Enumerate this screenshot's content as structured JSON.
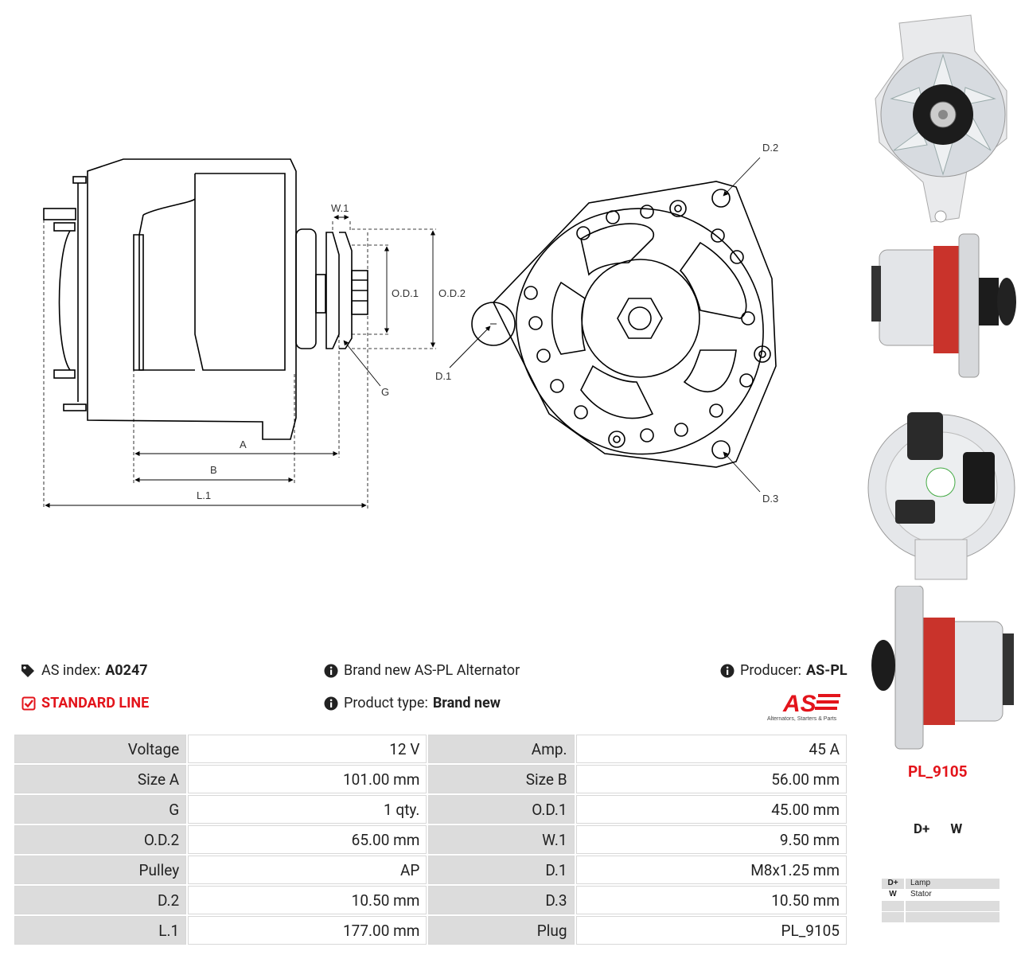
{
  "drawing": {
    "labels": {
      "w1": "W.1",
      "od1": "O.D.1",
      "od2": "O.D.2",
      "g": "G",
      "a": "A",
      "b": "B",
      "l1": "L.1",
      "d1": "D.1",
      "d2": "D.2",
      "d3": "D.3"
    }
  },
  "info": {
    "as_index_label": "AS index:",
    "as_index_value": "A0247",
    "line": "STANDARD LINE",
    "brand_text": "Brand new AS-PL Alternator",
    "product_type_label": "Product type:",
    "product_type_value": "Brand new",
    "producer_label": "Producer:",
    "producer_value": "AS-PL",
    "logo_text": "AS",
    "logo_tagline": "Alternators, Starters & Parts"
  },
  "specs": [
    {
      "l1": "Voltage",
      "v1": "12 V",
      "l2": "Amp.",
      "v2": "45 A"
    },
    {
      "l1": "Size A",
      "v1": "101.00 mm",
      "l2": "Size B",
      "v2": "56.00 mm"
    },
    {
      "l1": "G",
      "v1": "1 qty.",
      "l2": "O.D.1",
      "v2": "45.00 mm"
    },
    {
      "l1": "O.D.2",
      "v1": "65.00 mm",
      "l2": "W.1",
      "v2": "9.50 mm"
    },
    {
      "l1": "Pulley",
      "v1": "AP",
      "l2": "D.1",
      "v2": "M8x1.25 mm"
    },
    {
      "l1": "D.2",
      "v1": "10.50 mm",
      "l2": "D.3",
      "v2": "10.50 mm"
    },
    {
      "l1": "L.1",
      "v1": "177.00 mm",
      "l2": "Plug",
      "v2": "PL_9105"
    }
  ],
  "plug": {
    "name": "PL_9105",
    "pin1": "D+",
    "pin2": "W",
    "legend": [
      {
        "pin": "D+",
        "desc": "Lamp"
      },
      {
        "pin": "W",
        "desc": "Stator"
      },
      {
        "pin": "",
        "desc": ""
      },
      {
        "pin": "",
        "desc": ""
      }
    ]
  },
  "colors": {
    "accent_red": "#e3141b",
    "label_bg": "#dcdcdc"
  }
}
